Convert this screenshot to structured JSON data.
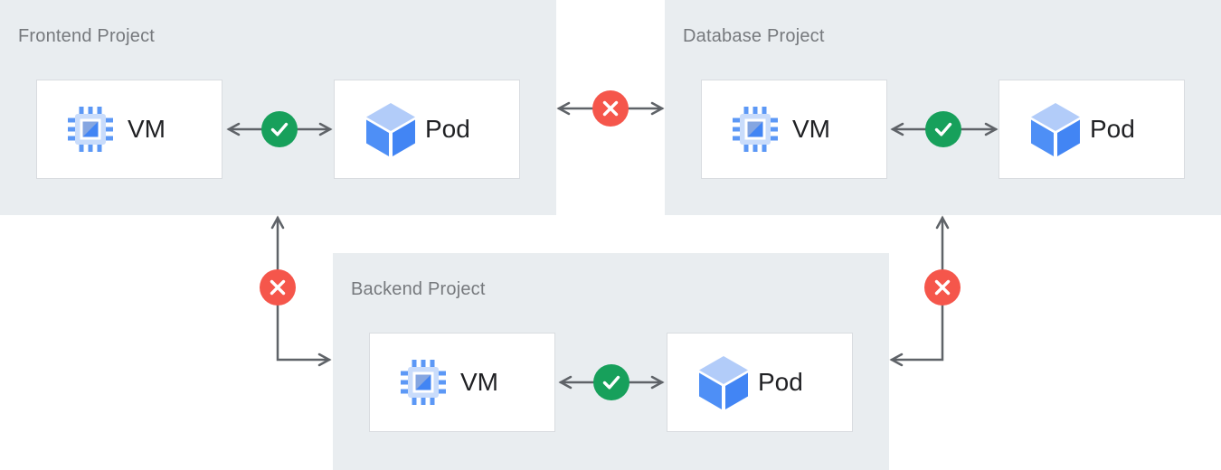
{
  "diagram": {
    "projects": [
      {
        "id": "frontend",
        "label": "Frontend Project",
        "nodes": [
          {
            "id": "vm",
            "label": "VM",
            "icon": "vm-chip-icon"
          },
          {
            "id": "pod",
            "label": "Pod",
            "icon": "pod-cube-icon"
          }
        ]
      },
      {
        "id": "database",
        "label": "Database Project",
        "nodes": [
          {
            "id": "vm",
            "label": "VM",
            "icon": "vm-chip-icon"
          },
          {
            "id": "pod",
            "label": "Pod",
            "icon": "pod-cube-icon"
          }
        ]
      },
      {
        "id": "backend",
        "label": "Backend Project",
        "nodes": [
          {
            "id": "vm",
            "label": "VM",
            "icon": "vm-chip-icon"
          },
          {
            "id": "pod",
            "label": "Pod",
            "icon": "pod-cube-icon"
          }
        ]
      }
    ],
    "connections": [
      {
        "from": "frontend.vm",
        "to": "frontend.pod",
        "status": "allowed",
        "icon": "check-icon"
      },
      {
        "from": "database.vm",
        "to": "database.pod",
        "status": "allowed",
        "icon": "check-icon"
      },
      {
        "from": "backend.vm",
        "to": "backend.pod",
        "status": "allowed",
        "icon": "check-icon"
      },
      {
        "from": "frontend",
        "to": "database",
        "status": "blocked",
        "icon": "x-icon"
      },
      {
        "from": "frontend",
        "to": "backend",
        "status": "blocked",
        "icon": "x-icon"
      },
      {
        "from": "database",
        "to": "backend",
        "status": "blocked",
        "icon": "x-icon"
      }
    ],
    "colors": {
      "background": "#ffffff",
      "project_background": "#e9edf0",
      "card_background": "#ffffff",
      "card_border": "#d9dce0",
      "arrow": "#5f6368",
      "allowed_green": "#17a05b",
      "blocked_red": "#f5564b",
      "project_label_text": "#76797d",
      "node_text": "#202124",
      "icon_blue": "#4285f4",
      "icon_pin_blue": "#5c98f6",
      "icon_light_blue": "#c9dcfb",
      "icon_triangle_blue": "#85a6e1",
      "pod_top_blue": "#b2ccf9",
      "pod_left_blue": "#4e8ff6"
    }
  }
}
